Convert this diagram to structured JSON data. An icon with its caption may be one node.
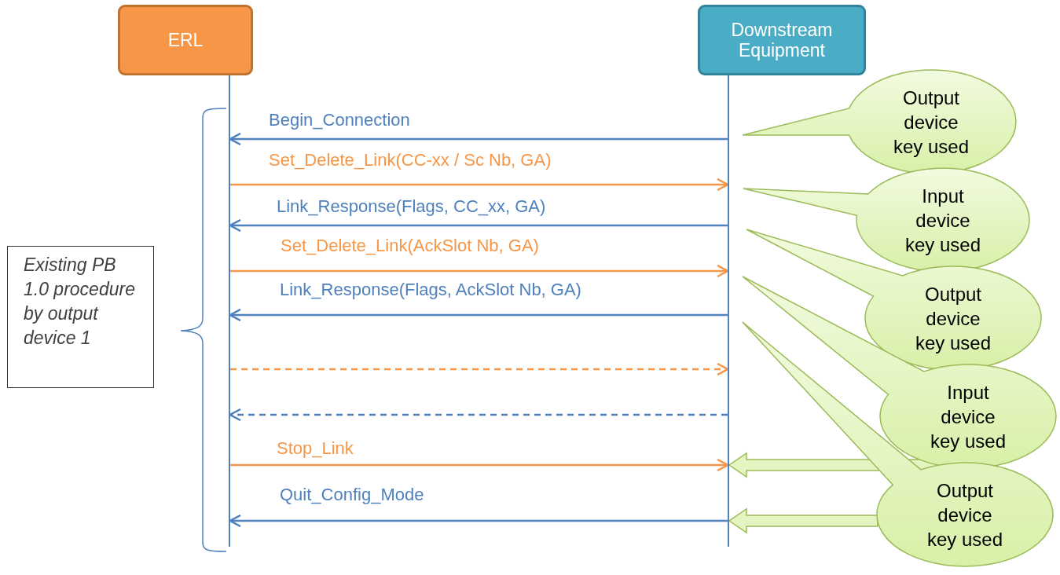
{
  "diagram": {
    "nodes": [
      {
        "text": [
          "ERL"
        ]
      },
      {
        "text": [
          "Downstream Equipment"
        ]
      },
      {
        "text": [],
        "shape": "bar"
      },
      {
        "text": [],
        "shape": "bar"
      },
      {
        "text": [
          "Existing PB 1.0 procedure by output device 1"
        ]
      },
      {
        "text": [
          "Output device key used"
        ]
      },
      {
        "text": [
          "Input device key used"
        ]
      },
      {
        "text": [
          "Output device key used"
        ]
      },
      {
        "text": [
          "Input device key used"
        ]
      },
      {
        "text": [
          "Output device key used"
        ]
      }
    ],
    "edges": [
      {
        "from": 3,
        "to": 2,
        "arrow": "to",
        "label": "Begin_Connection"
      },
      {
        "from": 2,
        "to": 3,
        "arrow": "to",
        "label": "Set_Delete_Link(CC-xx / Sc Nb, GA)",
        "color": "#f79646"
      },
      {
        "from": 3,
        "to": 2,
        "arrow": "to",
        "label": "Link_Response(Flags, CC_xx, GA)"
      },
      {
        "from": 2,
        "to": 3,
        "arrow": "to",
        "label": "Set_Delete_Link(AckSlot Nb, GA)",
        "color": "#f79646"
      },
      {
        "from": 3,
        "to": 2,
        "arrow": "to",
        "label": "Link_Response(Flags, AckSlot Nb, GA)"
      },
      {
        "from": 2,
        "to": 3,
        "arrow": "to",
        "style": "dashed",
        "color": "#f79646"
      },
      {
        "from": 3,
        "to": 2,
        "arrow": "to",
        "style": "dashed"
      },
      {
        "from": 2,
        "to": 3,
        "arrow": "to",
        "label": "Stop_Link",
        "color": "#f79646"
      },
      {
        "from": 3,
        "to": 2,
        "arrow": "to",
        "label": "Quit_Config_Mode"
      },
      {
        "from": 8,
        "to": 3,
        "arrow": "to",
        "style": "thick",
        "color": "#9bbb59"
      },
      {
        "from": 9,
        "to": 3,
        "arrow": "to",
        "style": "thick",
        "color": "#9bbb59"
      }
    ]
  }
}
